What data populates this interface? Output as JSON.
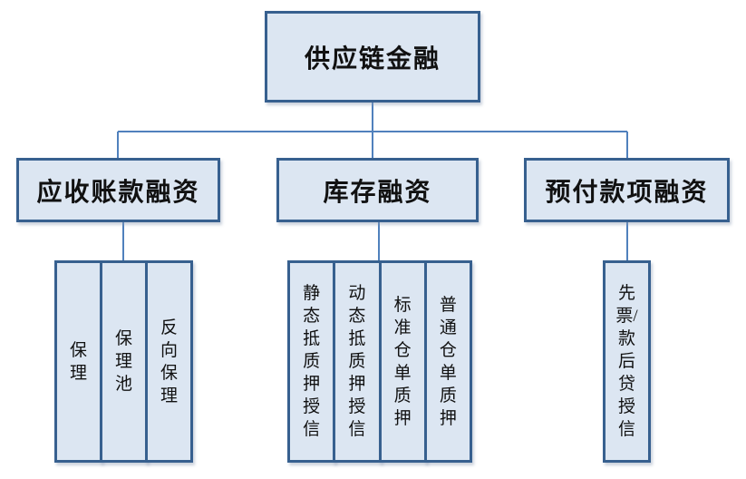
{
  "diagram": {
    "root": {
      "label": "供应链金融"
    },
    "branches": [
      {
        "label": "应收账款融资",
        "children": [
          "保理",
          "保理池",
          "反向保理"
        ]
      },
      {
        "label": "库存融资",
        "children": [
          "静态抵质押授信",
          "动态抵质押授信",
          "标准仓单质押",
          "普通仓单质押"
        ]
      },
      {
        "label": "预付款项融资",
        "children": [
          "先票/款后贷授信"
        ]
      }
    ],
    "colors": {
      "box_fill": "#dce6f2",
      "box_border": "#37608f",
      "connector": "#5081bd",
      "text": "#111111"
    }
  }
}
